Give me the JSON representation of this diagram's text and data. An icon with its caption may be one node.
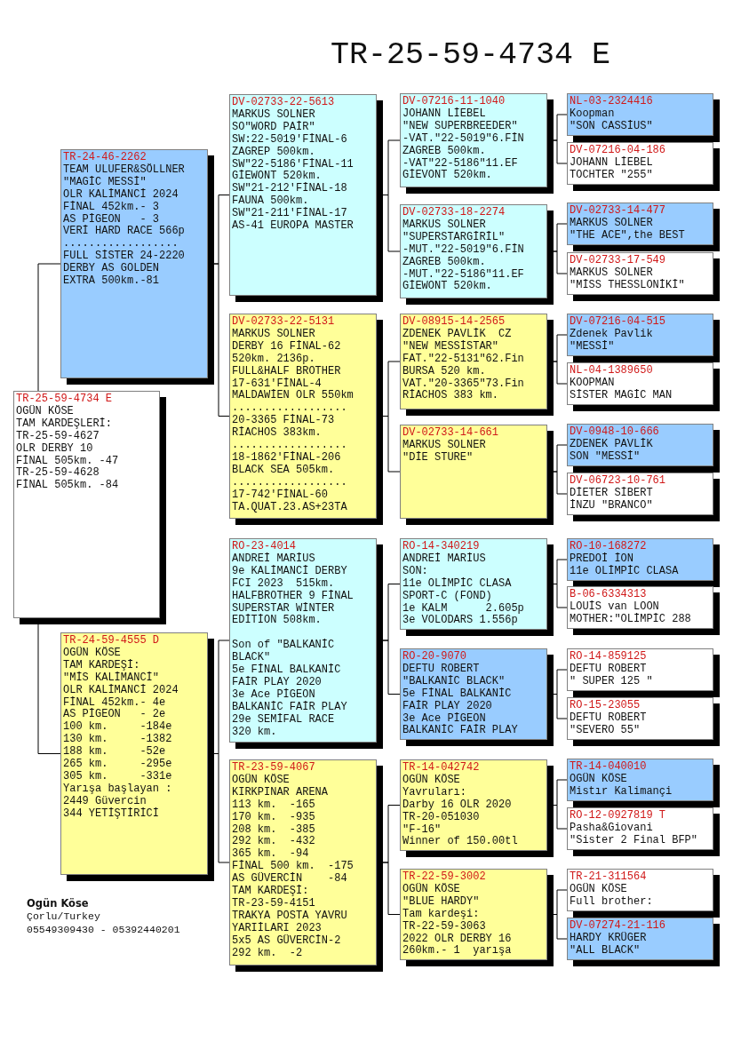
{
  "diagram": {
    "title": "TR-25-59-4734 E",
    "nodes": [
      {
        "text": [
          "TR-25-59-4734 E",
          "OGÜN KÖSE",
          "TAM KARDEŞLERİ:",
          "TR-25-59-4627",
          "OLR DERBY 10",
          "FİNAL 505km. -47",
          "TR-25-59-4628",
          "FİNAL 505km. -84"
        ]
      },
      {
        "text": [
          "TR-24-46-2262",
          "TEAM ULUFER&SÖLLNER",
          "\"MAGİC MESSİ\"",
          "OLR KALİMANCİ 2024",
          "FİNAL 452km.- 3",
          "AS PİGEON   - 3",
          "VERİ HARD RACE 566p",
          "..................",
          "FULL SİSTER 24-2220",
          "DERBY AS GOLDEN",
          "EXTRA 500km.-81"
        ]
      },
      {
        "text": [
          "TR-24-59-4555 D",
          "OGÜN KÖSE",
          "TAM KARDEŞİ:",
          "\"MİS KALİMANCİ\"",
          "OLR KALİMANCİ 2024",
          "FİNAL 452km.- 4e",
          "AS PİGEON   - 2e",
          "100 km.     -184e",
          "130 km.     -1382",
          "188 km.     -52e",
          "265 km.     -295e",
          "305 km.     -331e",
          "Yarışa başlayan :",
          "2449 Güvercin",
          "344 YETİŞTİRİCİ"
        ]
      },
      {
        "text": [
          "DV-02733-22-5613",
          "MARKUS SOLNER",
          "SO\"WORD PAİR\"",
          "SW:22-5019'FİNAL-6",
          "ZAGREP 500km.",
          "SW\"22-5186'FİNAL-11",
          "GİEWONT 520km.",
          "SW\"21-212'FİNAL-18",
          "FAUNA 500km.",
          "SW\"21-211'FİNAL-17",
          "AS-41 EUROPA MASTER"
        ]
      },
      {
        "text": [
          "DV-02733-22-5131",
          "MARKUS SOLNER",
          "DERBY 16 FİNAL-62",
          "520km. 2136p.",
          "FULL&HALF BROTHER",
          "17-631'FİNAL-4",
          "MALDAWİEN OLR 550km",
          "..................",
          "20-3365 FİNAL-73",
          "RİACHOS 383km.",
          "..................",
          "18-1862'FİNAL-206",
          "BLACK SEA 505km.",
          "..................",
          "17-742'FİNAL-60",
          "TA.QUAT.23.AS+23TA"
        ]
      },
      {
        "text": [
          "RO-23-4014",
          "ANDREİ MARİUS",
          "9e KALİMANCİ DERBY",
          "FCI 2023  515km.",
          "HALFBROTHER 9 FİNAL",
          "SUPERSTAR WİNTER",
          "EDİTİON 508km.",
          "Son of \"BALKANİC BLACK\"",
          "5e FİNAL BALKANİC",
          "FAİR PLAY 2020",
          "3e Ace PİGEON",
          "BALKANİC FAİR PLAY",
          "29e SEMİFAL RACE",
          "320 km."
        ]
      },
      {
        "text": [
          "TR-23-59-4067",
          "OGÜN KÖSE",
          "KIRKPINAR ARENA",
          "113 km.  -165",
          "170 km.  -935",
          "208 km.  -385",
          "292 km.  -432",
          "365 km.  -94",
          "FİNAL 500 km.  -175",
          "AS GÜVERCİN    -84",
          "TAM KARDEŞİ:",
          "TR-23-59-4151",
          "TRAKYA POSTA YAVRU",
          "YARIİLARI 2023",
          "5x5 AS GÜVERCİN-2",
          "292 km.  -2"
        ]
      },
      {
        "text": [
          "DV-07216-11-1040",
          "JOHANN LİEBEL",
          "\"NEW SUPERBREEDER\"",
          "-VAT.\"22-5019\"6.FİN",
          "ZAGREB 500km.",
          "-VAT\"22-5186\"11.EF",
          "GİEVONT 520km."
        ]
      },
      {
        "text": [
          "DV-02733-18-2274",
          "MARKUS SOLNER",
          "\"SUPERSTARGİRİL\"",
          "-MUT.\"22-5019\"6.FİN",
          "ZAGREB 500km.",
          "-MUT.\"22-5186\"11.EF",
          "GİEWONT 520km."
        ]
      },
      {
        "text": [
          "DV-08915-14-2565",
          "ZDENEK PAVLİK  CZ",
          "\"NEW MESSİSTAR\"",
          "FAT.\"22-5131\"62.Fin",
          "BURSA 520 km.",
          "VAT.\"20-3365\"73.Fin",
          "RİACHOS 383 km."
        ]
      },
      {
        "text": [
          "DV-02733-14-661",
          "MARKUS SOLNER",
          "\"DİE STURE\""
        ]
      },
      {
        "text": [
          "RO-14-340219",
          "ANDREİ MARİUS",
          "SON:",
          "11e OLİMPİC CLASA",
          "SPORT-C (FOND)",
          "1e KALM      2.605p",
          "3e VOLODARS 1.556p"
        ]
      },
      {
        "text": [
          "RO-20-9070",
          "DEFTU ROBERT",
          "\"BALKANİC BLACK\"",
          "5e FİNAL BALKANİC",
          "FAİR PLAY 2020",
          "3e Ace PİGEON",
          "BALKANİC FAİR PLAY"
        ]
      },
      {
        "text": [
          "TR-14-042742",
          "OGÜN KÖSE",
          "Yavruları:",
          "Darby 16 OLR 2020",
          "TR-20-051030",
          "\"F-16\"",
          "Winner of 150.00tl"
        ]
      },
      {
        "text": [
          "TR-22-59-3002",
          "OGÜN KÖSE",
          "\"BLUE HARDY\"",
          "Tam kardeşi:",
          "TR-22-59-3063",
          "2022 OLR DERBY 16",
          "260km.- 1  yarışa"
        ]
      },
      {
        "text": [
          "NL-03-2324416",
          "Koopman",
          "\"SON CASSİUS\""
        ]
      },
      {
        "text": [
          "DV-07216-04-186",
          "JOHANN LİEBEL",
          "TOCHTER \"255\""
        ]
      },
      {
        "text": [
          "DV-02733-14-477",
          "MARKUS SOLNER",
          "\"THE ACE\",the BEST"
        ]
      },
      {
        "text": [
          "DV-02733-17-549",
          "MARKUS SOLNER",
          "\"MİSS THESSLONİKİ\""
        ]
      },
      {
        "text": [
          "DV-07216-04-515",
          "Zdenek Pavlik",
          "\"MESSİ\""
        ]
      },
      {
        "text": [
          "NL-04-1389650",
          "KOOPMAN",
          "SİSTER MAGİC MAN"
        ]
      },
      {
        "text": [
          "DV-0948-10-666",
          "ZDENEK PAVLİK",
          "SON \"MESSİ\""
        ]
      },
      {
        "text": [
          "DV-06723-10-761",
          "DİETER SİBERT",
          "İNZU \"BRANCO\""
        ]
      },
      {
        "text": [
          "RO-10-168272",
          "PREDOİ İON",
          "11e OLİMPİC CLASA"
        ]
      },
      {
        "text": [
          "B-06-6334313",
          "LOUİS van LOON",
          "MOTHER:\"OLİMPİC 288"
        ]
      },
      {
        "text": [
          "RO-14-859125",
          "DEFTU ROBERT",
          "\" SUPER 125 \""
        ]
      },
      {
        "text": [
          "RO-15-23055",
          "DEFTU ROBERT",
          "\"SEVERO 55\""
        ]
      },
      {
        "text": [
          "TR-14-040010",
          "OGÜN KÖSE",
          "Mistır Kalimançi"
        ]
      },
      {
        "text": [
          "RO-12-0927819 T",
          "Pasha&Giovani",
          "\"Sister 2 Final BFP\""
        ]
      },
      {
        "text": [
          "TR-21-311564",
          "OGÜN KÖSE",
          "Full brother:"
        ]
      },
      {
        "text": [
          "DV-07274-21-116",
          "HARDY KRÜGER",
          "\"ALL BLACK\""
        ]
      }
    ],
    "edges": [
      {
        "from": 0,
        "to": 1,
        "arrow": "none"
      },
      {
        "from": 0,
        "to": 2,
        "arrow": "none"
      },
      {
        "from": 1,
        "to": 3,
        "arrow": "none"
      },
      {
        "from": 1,
        "to": 4,
        "arrow": "none"
      },
      {
        "from": 2,
        "to": 5,
        "arrow": "none"
      },
      {
        "from": 2,
        "to": 6,
        "arrow": "none"
      },
      {
        "from": 3,
        "to": 7,
        "arrow": "none"
      },
      {
        "from": 3,
        "to": 8,
        "arrow": "none"
      },
      {
        "from": 4,
        "to": 9,
        "arrow": "none"
      },
      {
        "from": 4,
        "to": 10,
        "arrow": "none"
      },
      {
        "from": 5,
        "to": 11,
        "arrow": "none"
      },
      {
        "from": 5,
        "to": 12,
        "arrow": "none"
      },
      {
        "from": 6,
        "to": 13,
        "arrow": "none"
      },
      {
        "from": 6,
        "to": 14,
        "arrow": "none"
      },
      {
        "from": 7,
        "to": 15,
        "arrow": "none"
      },
      {
        "from": 7,
        "to": 16,
        "arrow": "none"
      },
      {
        "from": 8,
        "to": 17,
        "arrow": "none"
      },
      {
        "from": 8,
        "to": 18,
        "arrow": "none"
      },
      {
        "from": 9,
        "to": 19,
        "arrow": "none"
      },
      {
        "from": 9,
        "to": 20,
        "arrow": "none"
      },
      {
        "from": 10,
        "to": 21,
        "arrow": "none"
      },
      {
        "from": 10,
        "to": 22,
        "arrow": "none"
      },
      {
        "from": 11,
        "to": 23,
        "arrow": "none"
      },
      {
        "from": 11,
        "to": 24,
        "arrow": "none"
      },
      {
        "from": 12,
        "to": 25,
        "arrow": "none"
      },
      {
        "from": 12,
        "to": 26,
        "arrow": "none"
      },
      {
        "from": 13,
        "to": 27,
        "arrow": "none"
      },
      {
        "from": 13,
        "to": 28,
        "arrow": "none"
      },
      {
        "from": 14,
        "to": 29,
        "arrow": "none"
      },
      {
        "from": 14,
        "to": 30,
        "arrow": "none"
      }
    ],
    "labels": [
      "Ogün Köse",
      "Çorlu/Turkey",
      "05549309430 - 05392440201"
    ]
  }
}
